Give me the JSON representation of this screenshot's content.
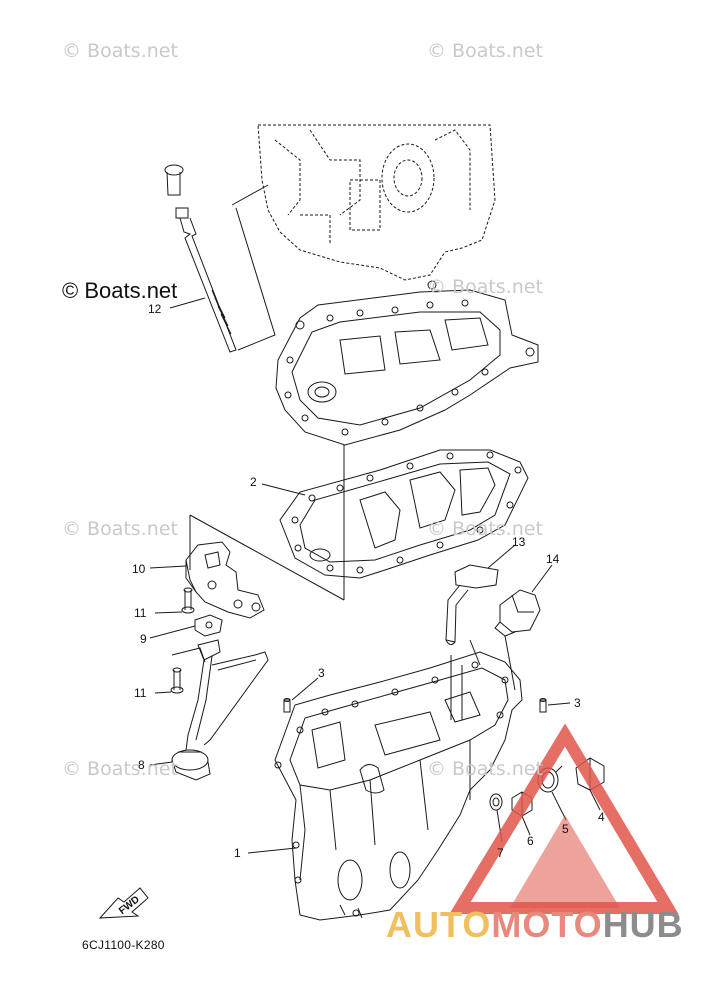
{
  "watermark": "© Boats.net",
  "copyright_main": "© Boats.net",
  "part_code": "6CJ1100-K280",
  "fwd_label": "FWD",
  "brand_logo": {
    "part1": "AUTO",
    "part2": "MOTO",
    "part3": "HUB"
  },
  "callouts": [
    "1",
    "2",
    "3",
    "3",
    "4",
    "5",
    "6",
    "7",
    "8",
    "9",
    "10",
    "11",
    "11",
    "12",
    "13",
    "14"
  ],
  "colors": {
    "line": "#1a1a1a",
    "watermark": "#c9c9c9",
    "logo_red": "#e0554a",
    "logo_yellow": "#f0c060",
    "logo_gray": "#8c8c8c"
  }
}
